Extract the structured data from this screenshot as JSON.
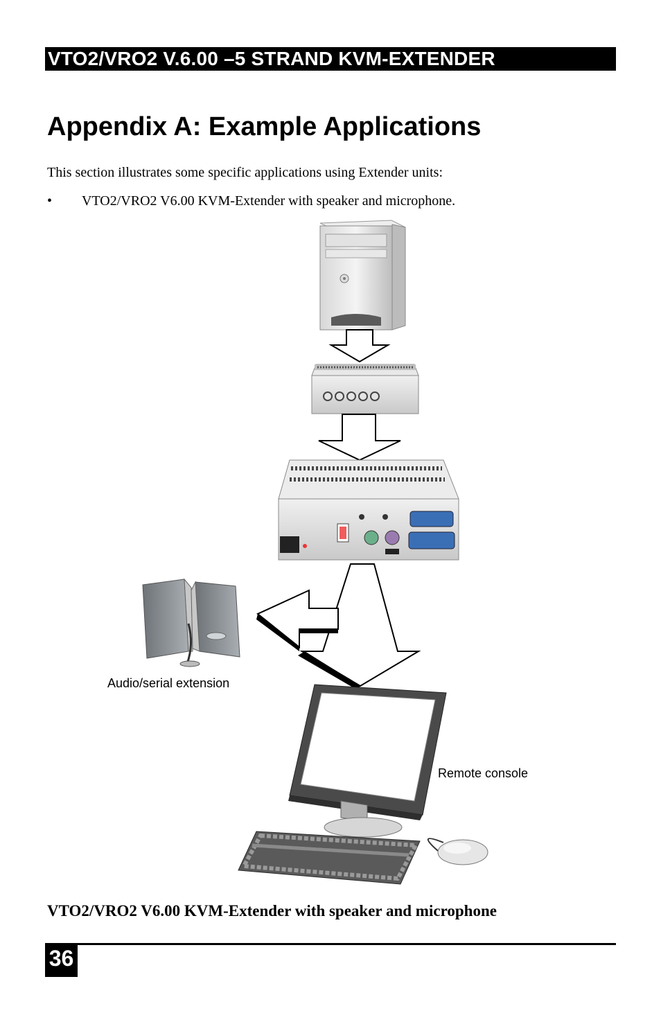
{
  "header": {
    "title": "VTO2/VRO2 V.6.00 –5 STRAND KVM-EXTENDER"
  },
  "page_title": "Appendix A: Example Applications",
  "intro": "This section illustrates some specific applications using Extender units:",
  "bullets": [
    {
      "marker": "•",
      "text": "VTO2/VRO2 V6.00 KVM-Extender with speaker and microphone."
    }
  ],
  "diagram": {
    "labels": {
      "audio": "Audio/serial extension",
      "console": "Remote console"
    },
    "icons": [
      "computer-tower-icon",
      "transmitter-icon",
      "receiver-icon",
      "speakers-icon",
      "monitor-icon",
      "keyboard-icon",
      "mouse-icon",
      "arrow-down-icon",
      "arrow-left-icon"
    ]
  },
  "caption": "VTO2/VRO2 V6.00 KVM-Extender with speaker and microphone",
  "footer": {
    "page_number": "36"
  }
}
